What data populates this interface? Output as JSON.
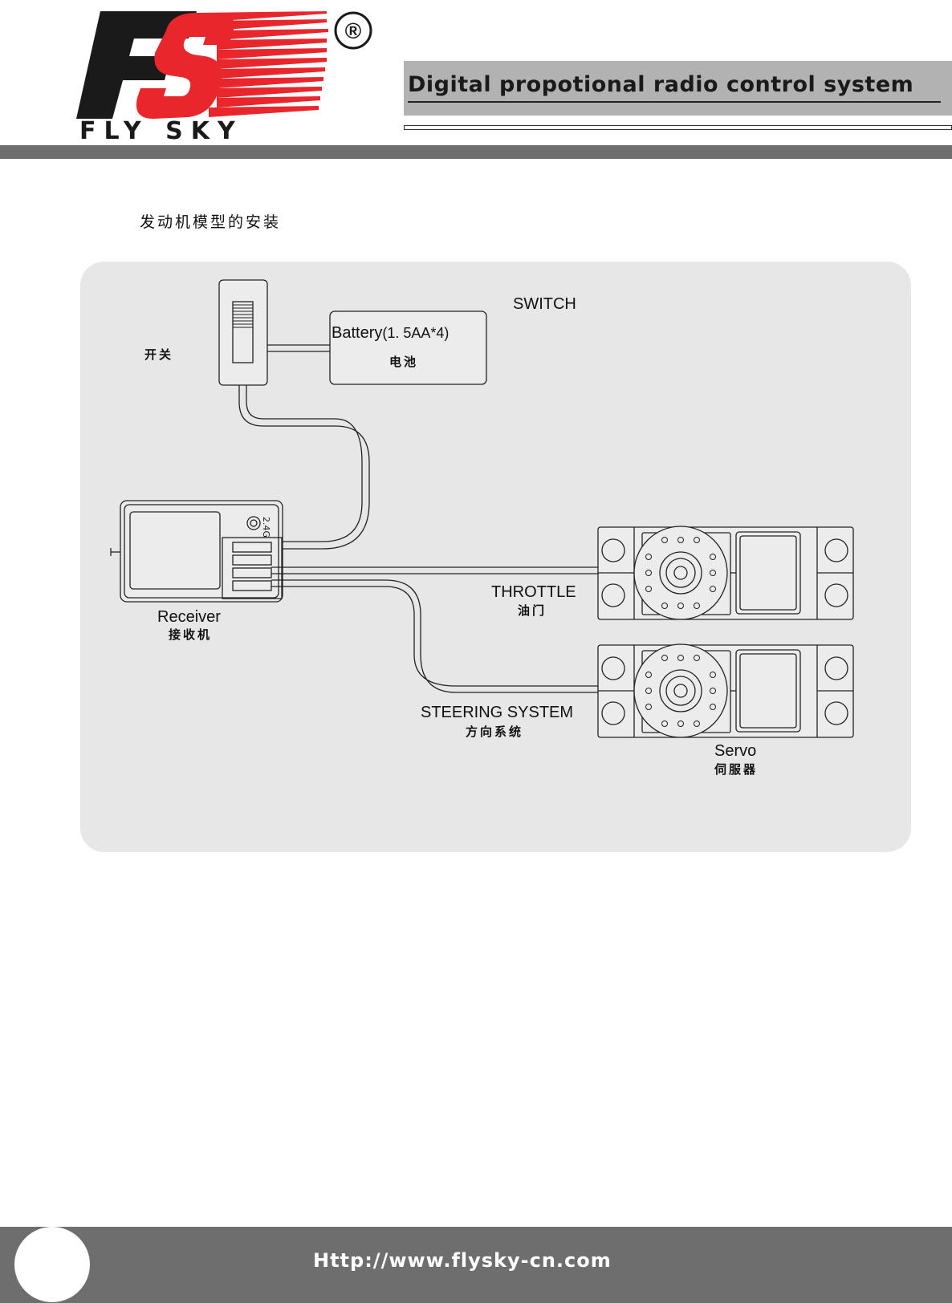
{
  "header": {
    "logo_brand": "FLY SKY",
    "logo_registered": "®",
    "title": "Digital propotional radio control system"
  },
  "section": {
    "title": "发动机模型的安装"
  },
  "diagram": {
    "switch_cn": "开关",
    "switch_en": "SWITCH",
    "battery_en": "Battery",
    "battery_spec": "(1. 5AA*4)",
    "battery_cn": "电池",
    "receiver_en": "Receiver",
    "receiver_cn": "接收机",
    "receiver_model": "2.4G",
    "throttle_en": "THROTTLE",
    "throttle_cn": "油门",
    "steering_en": "STEERING SYSTEM",
    "steering_cn": "方向系统",
    "servo_en": "Servo",
    "servo_cn": "伺服器"
  },
  "footer": {
    "url": "Http://www.flysky-cn.com"
  },
  "colors": {
    "logo_red": "#e8262c",
    "logo_dark": "#1a1a1a",
    "band_gray": "#6f6e6f",
    "header_gray": "#b3b2b2",
    "panel_gray": "#e7e7e7"
  }
}
